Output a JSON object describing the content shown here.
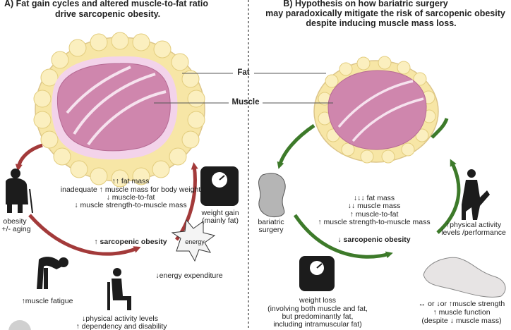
{
  "panel_a": {
    "title_line1": "A) Fat gain cycles and altered muscle-to-fat ratio",
    "title_line2": "drive sarcopenic obesity.",
    "center_line1": "↑↑ fat mass",
    "center_line2": "inadequate ↑ muscle mass for body weight",
    "center_line3": "↓ muscle-to-fat",
    "center_line4": "↓ muscle strength-to-muscle mass",
    "sarcopenic_label": "↑ sarcopenic obesity",
    "obesity_label_1": "obesity",
    "obesity_label_2": "+/- aging",
    "weight_gain_1": "weight gain",
    "weight_gain_2": "(mainly fat)",
    "energy_badge": "energy",
    "energy_expenditure": "↓energy expenditure",
    "muscle_fatigue": "↑muscle fatigue",
    "activity_1": "↓physical activity levels",
    "activity_2": "↑ dependency and disability"
  },
  "legend": {
    "fat": "Fat",
    "muscle": "Muscle"
  },
  "panel_b": {
    "title_line1": "B) Hypothesis on how bariatric surgery",
    "title_line2": "may paradoxically mitigate the risk of sarcopenic obesity",
    "title_line3": "despite inducing muscle mass loss.",
    "center_line1": "↓↓↓ fat mass",
    "center_line2": "↓↓ muscle mass",
    "center_line3": "↑ muscle-to-fat",
    "center_line4": "↑ muscle strength-to-muscle mass",
    "sarcopenic_label": "↓ sarcopenic obesity",
    "bariatric_1": "bariatric",
    "bariatric_2": "surgery",
    "physical_1": "↑physical activity",
    "physical_2": "levels /performance",
    "weight_loss_1": "weight loss",
    "weight_loss_2": "(involving both muscle and fat,",
    "weight_loss_3": "but predominantly fat,",
    "weight_loss_4": "including intramuscular fat)",
    "strength_1": "↔ or ↓or ↑muscle strength",
    "strength_2": "↑ muscle function",
    "strength_3": "(despite ↓ muscle mass)"
  },
  "colors": {
    "arrow_red": "#a33a3a",
    "arrow_green": "#3d7a2a",
    "fat_fill": "#f7e6a6",
    "fat_stroke": "#e3cd7e",
    "muscle_fill": "#cf86ad",
    "muscle_halo": "#f3d3ea"
  },
  "icons": [
    "elderly-person-icon",
    "scale-icon",
    "energy-burst-icon",
    "bent-person-icon",
    "seated-person-icon",
    "stomach-icon",
    "person-exercising-icon",
    "arm-muscle-icon"
  ]
}
